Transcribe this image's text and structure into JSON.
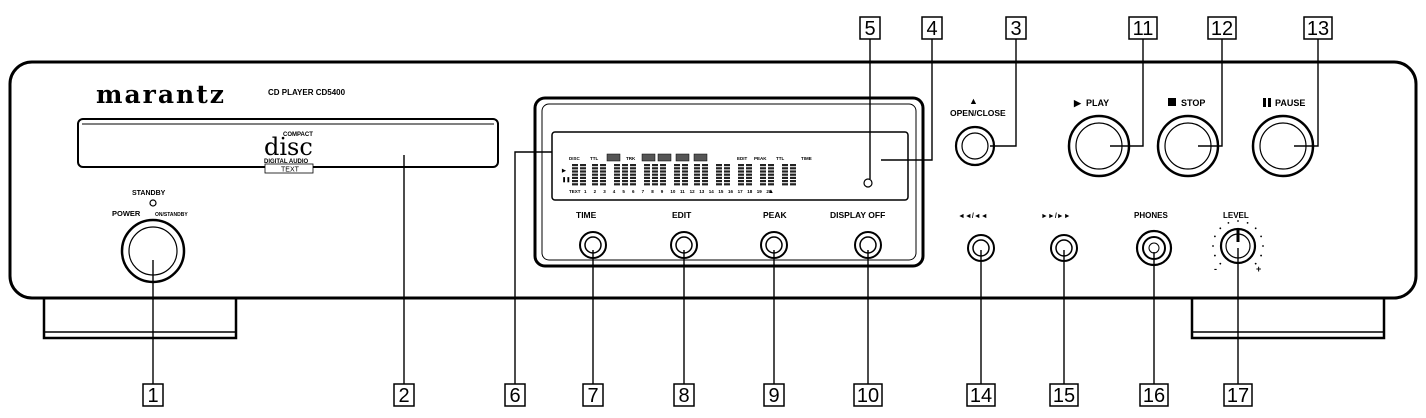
{
  "brand": {
    "logo": "marantz",
    "model": "CD PLAYER CD5400"
  },
  "disc_logo": {
    "line1": "COMPACT",
    "line2": "disc",
    "line3": "DIGITAL AUDIO",
    "line4": "TEXT"
  },
  "power": {
    "standby": "STANDBY",
    "power": "POWER",
    "on_standby": "ON/STANDBY"
  },
  "display": {
    "top_labels": [
      "DISC",
      "TTL",
      "TRK",
      "EDIT",
      "PEAK",
      "TTL",
      "TIME"
    ],
    "bottom_labels": [
      "TEXT",
      "1",
      "2",
      "3",
      "4",
      "5",
      "6",
      "7",
      "8",
      "9",
      "10",
      "11",
      "12",
      "13",
      "14",
      "15",
      "16",
      "17",
      "18",
      "19",
      "20"
    ]
  },
  "button_labels": {
    "time": "TIME",
    "edit": "EDIT",
    "peak": "PEAK",
    "display_off": "DISPLAY OFF",
    "open_close": "OPEN/CLOSE",
    "play": "PLAY",
    "stop": "STOP",
    "pause": "PAUSE",
    "skip_back": "◄◄/◄◄",
    "skip_fwd": "►►/►►",
    "phones": "PHONES",
    "level": "LEVEL"
  },
  "callouts": {
    "c1": "1",
    "c2": "2",
    "c3": "3",
    "c4": "4",
    "c5": "5",
    "c6": "6",
    "c7": "7",
    "c8": "8",
    "c9": "9",
    "c10": "10",
    "c11": "11",
    "c12": "12",
    "c13": "13",
    "c14": "14",
    "c15": "15",
    "c16": "16",
    "c17": "17"
  }
}
